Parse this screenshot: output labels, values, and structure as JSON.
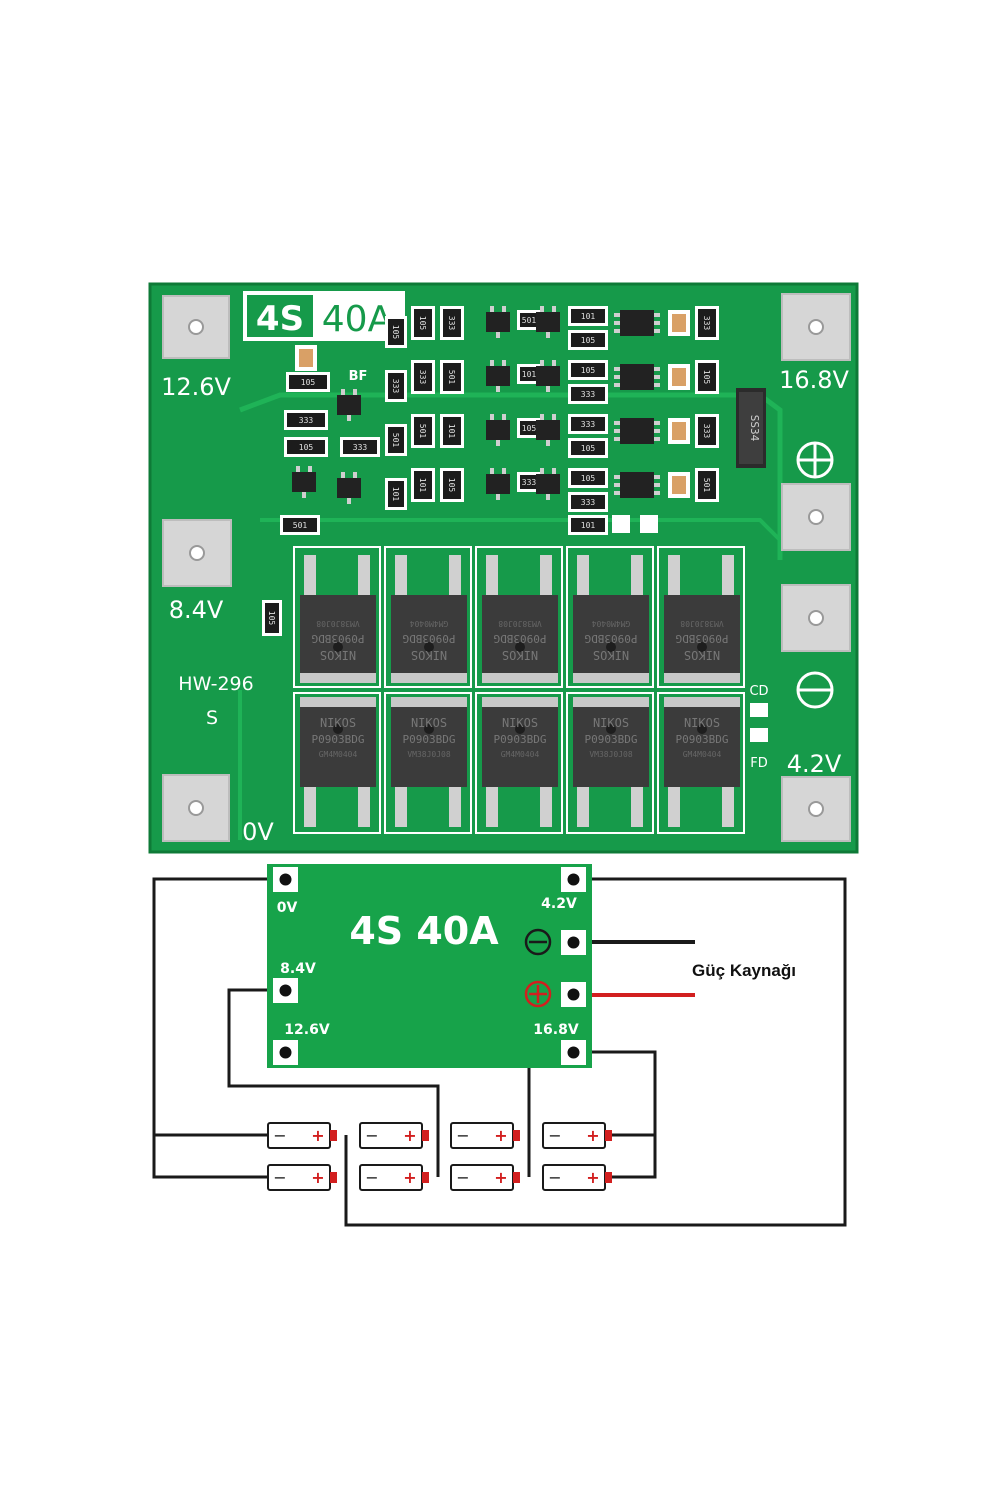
{
  "board": {
    "title_4s": "4S",
    "title_40a": "40A",
    "model": "HW-296",
    "s_mark": "S",
    "bf_mark": "BF",
    "cd_mark": "CD",
    "fd_mark": "FD",
    "plus_symbol": "⊕",
    "minus_symbol": "⊖",
    "pads": {
      "p12_6": "12.6V",
      "p8_4": "8.4V",
      "p0": "0V",
      "p16_8": "16.8V",
      "p4_2": "4.2V"
    },
    "diode_code": "SS34",
    "resistor_codes": [
      "105",
      "333",
      "501",
      "101",
      "105",
      "333"
    ],
    "mosfet_lines": [
      "NIKOS",
      "P0903BDG",
      "VM38J0J08",
      "GM4M0404"
    ],
    "colors": {
      "pcb": "#169a4a",
      "pad": "#d6d6d6",
      "chip": "#3b3b3b"
    }
  },
  "diagram": {
    "title": "4S 40A",
    "pins": {
      "p0": "0V",
      "p8_4": "8.4V",
      "p12_6": "12.6V",
      "p4_2": "4.2V",
      "p16_8": "16.8V"
    },
    "power_label": "Güç Kaynağı",
    "cell_neg": "−",
    "cell_pos": "+",
    "colors": {
      "board": "#17a34a",
      "wire": "#1a1a1a",
      "power_neg": "#1a1a1a",
      "power_pos": "#d21f1f"
    }
  }
}
